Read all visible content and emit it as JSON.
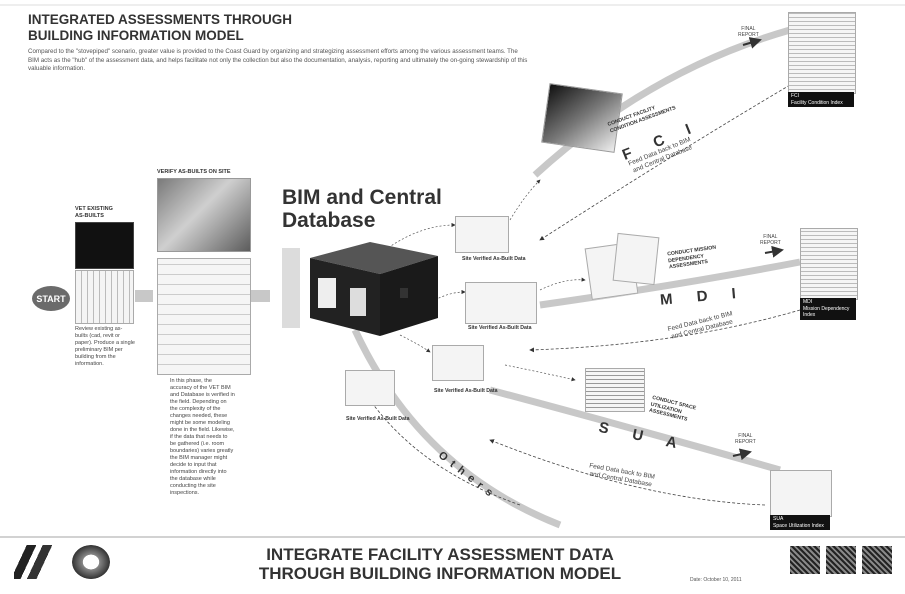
{
  "title_line1": "INTEGRATED ASSESSMENTS THROUGH",
  "title_line2": "BUILDING INFORMATION MODEL",
  "intro": "Compared to the \"stovepiped\" scenario, greater value is provided to the Coast Guard by organizing and strategizing assessment efforts among the various assessment teams. The BIM acts as the \"hub\" of the assessment data, and helps facilitate not only the collection but also the documentation, analysis, reporting and ultimately the on-going stewardship of this valuable information.",
  "vet": {
    "title_line1": "VET EXISTING",
    "title_line2": "AS-BUILTS",
    "text": "Review existing as-builts (cad, revit or paper). Produce a single preliminary BIM per building from the information."
  },
  "start_label": "START",
  "verify": {
    "title": "VERIFY AS-BUILTS ON SITE",
    "text": "In this phase, the accuracy of the VET BIM and Database is verified in the field. Depending on the complexity of the changes needed, these might be some modeling done in the field. Likewise, if the data that needs to be gathered (i.e. room boundaries) varies greatly the BIM manager might decide to input that information directly into the database while conducting the site inspections."
  },
  "bim_title_line1": "BIM and Central",
  "bim_title_line2": "Database",
  "site_verified_label": "Site Verified As-Built Data",
  "fci": {
    "assess_line1": "CONDUCT FACILITY",
    "assess_line2": "CONDITION ASSESSMENTS",
    "label": "F C I",
    "index_code": "FCI",
    "index_name": "Facility Condition Index",
    "feed_line1": "Feed Data back to BIM",
    "feed_line2": "and Central Database"
  },
  "mdi": {
    "assess_line1": "CONDUCT MISSION",
    "assess_line2": "DEPENDENCY",
    "assess_line3": "ASSESSMENTS",
    "label": "M D I",
    "index_code": "MDI",
    "index_name": "Mission Dependency Index",
    "feed_line1": "Feed Data back to BIM",
    "feed_line2": "and Central Database"
  },
  "sua": {
    "assess_line1": "CONDUCT SPACE",
    "assess_line2": "UTILIZATION",
    "assess_line3": "ASSESSMENTS",
    "label": "S U A",
    "index_code": "SUA",
    "index_name": "Space Utilization Index",
    "feed_line1": "Feed Data back to BIM",
    "feed_line2": "and Central Database"
  },
  "others_label": "Others",
  "final_report_line1": "FINAL",
  "final_report_line2": "REPORT",
  "footer_line1": "INTEGRATE FACILITY ASSESSMENT DATA",
  "footer_line2": "THROUGH BUILDING INFORMATION MODEL",
  "footer_date": "Date: October 10, 2011",
  "colors": {
    "arc": "#c8c8c8",
    "arrow": "#333333",
    "dark_box": "#111111",
    "start": "#6b6b6b"
  }
}
